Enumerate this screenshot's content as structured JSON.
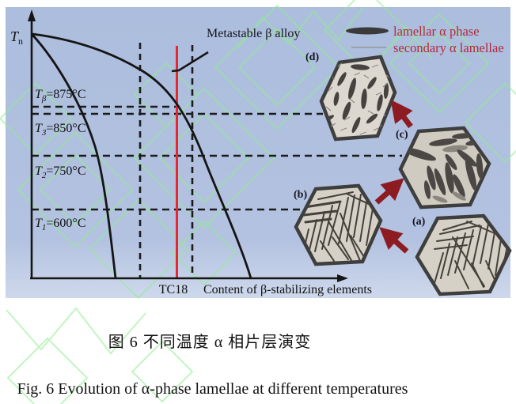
{
  "captions": {
    "zh": "图 6  不同温度 α 相片层演变",
    "en": "Fig. 6 Evolution of α-phase lamellae at different temperatures"
  },
  "diagram": {
    "y_axis": {
      "sym": "T",
      "sub": "n"
    },
    "x_axis": {
      "alloy_tick": "TC18",
      "label": "Content of β-stabilizing elements"
    },
    "annotation": {
      "label": "Metastable β alloy"
    },
    "temperatures": [
      {
        "sym": "T",
        "sub": "β",
        "value": "=875°C"
      },
      {
        "sym": "T",
        "sub": "3",
        "value": "=850°C"
      },
      {
        "sym": "T",
        "sub": "2",
        "value": "=750°C"
      },
      {
        "sym": "T",
        "sub": "1",
        "value": "=600°C"
      }
    ],
    "legend": {
      "items": [
        {
          "icon": "lamellar-ellipse-icon",
          "label": "lamellar α phase"
        },
        {
          "icon": "thin-line-icon",
          "label": "secondary α lamellae"
        }
      ]
    },
    "micrographs": [
      {
        "label": "(a)"
      },
      {
        "label": "(b)"
      },
      {
        "label": "(c)"
      },
      {
        "label": "(d)"
      }
    ],
    "colors": {
      "panel_bg": "#aebfde",
      "red_line": "#e8272c",
      "arrow_red": "#8c1b22",
      "legend_text": "#b02a3c",
      "watermark_green": "#90ee90",
      "hexagon_fill": "#d5d1c6",
      "lamella_dark": "#46433f"
    }
  }
}
